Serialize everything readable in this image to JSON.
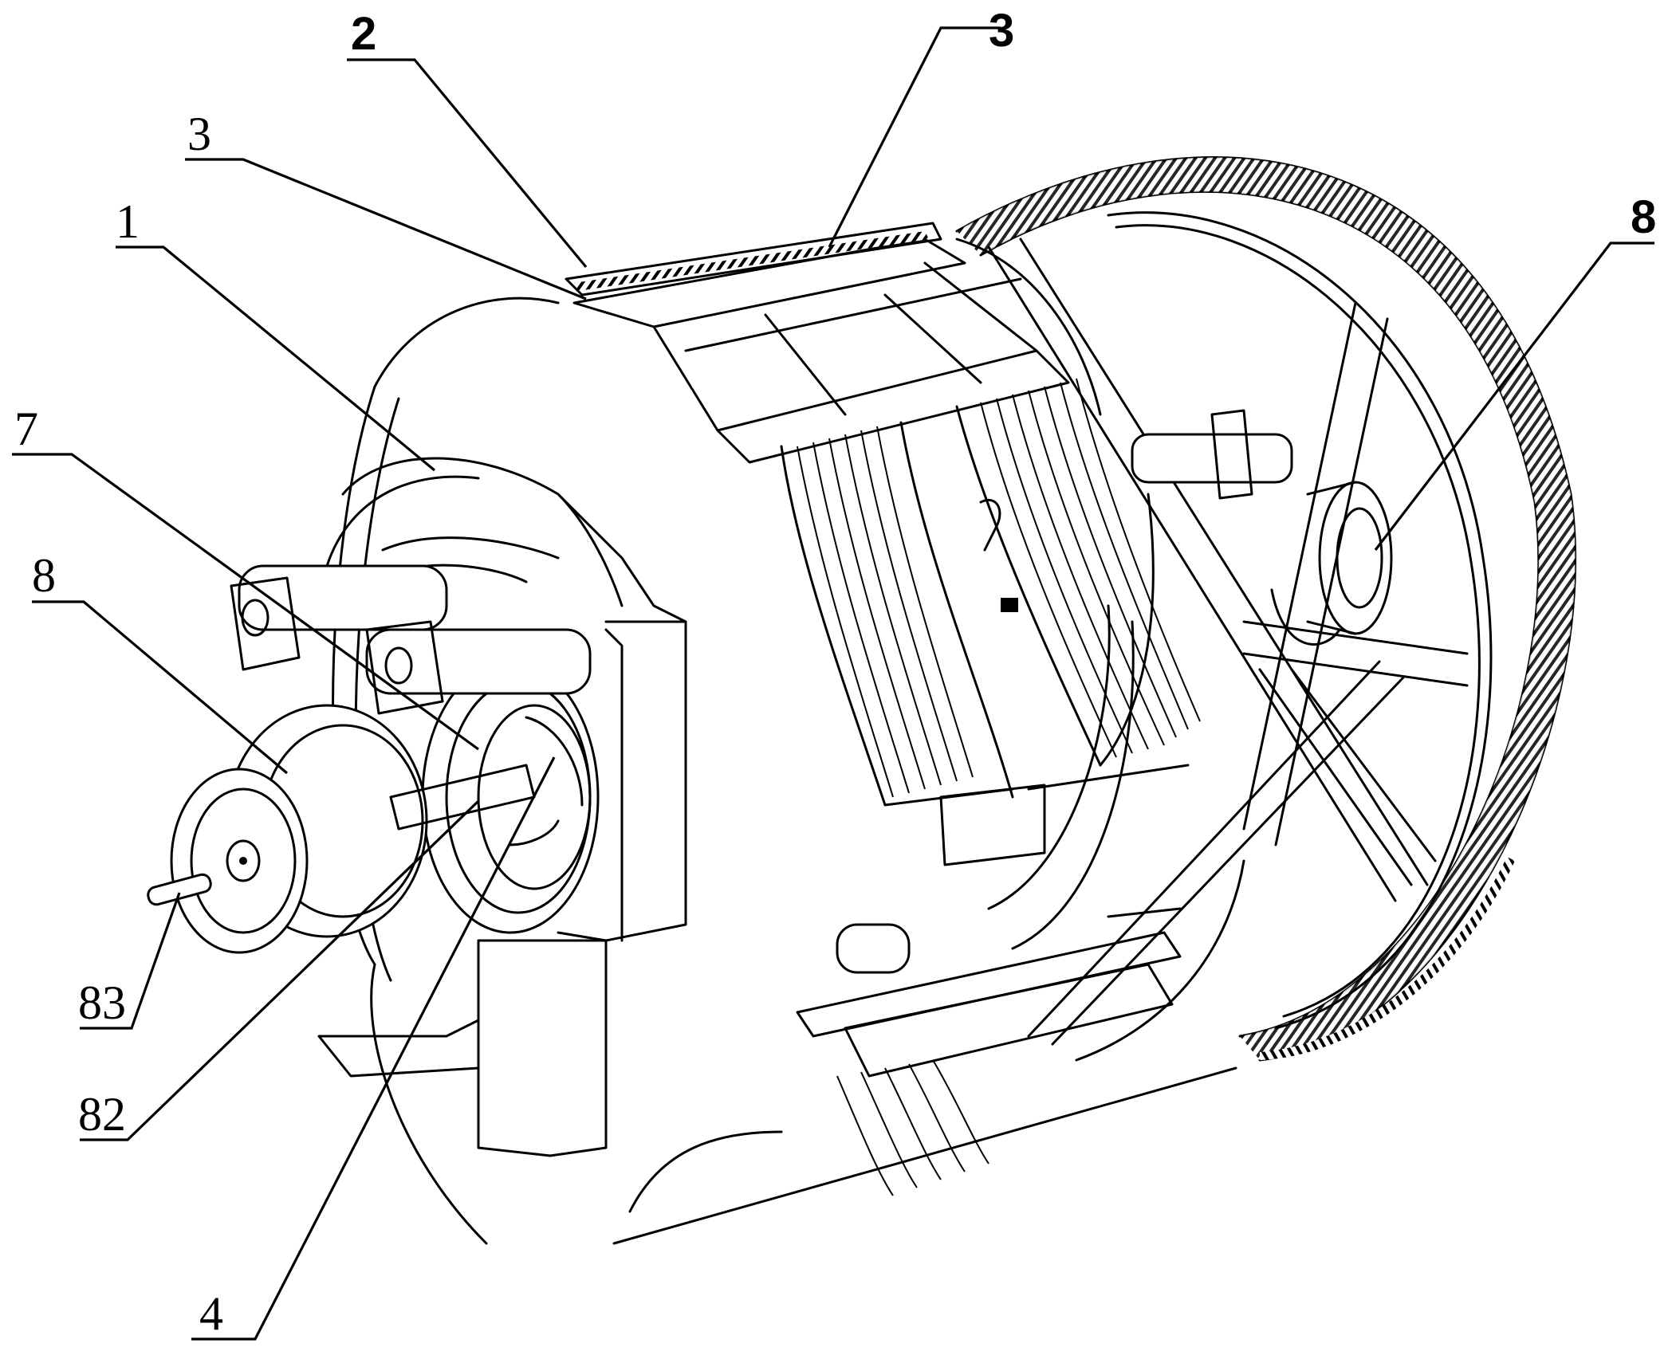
{
  "figure": {
    "labels": [
      {
        "id": "label-1",
        "text": "1"
      },
      {
        "id": "label-2",
        "text": "2"
      },
      {
        "id": "label-3-left",
        "text": "3"
      },
      {
        "id": "label-3-right",
        "text": "3"
      },
      {
        "id": "label-4",
        "text": "4"
      },
      {
        "id": "label-7",
        "text": "7"
      },
      {
        "id": "label-8-left",
        "text": "8"
      },
      {
        "id": "label-8-right",
        "text": "8"
      },
      {
        "id": "label-82",
        "text": "82"
      },
      {
        "id": "label-83",
        "text": "83"
      }
    ],
    "colors": {
      "ink": "#000000",
      "paper": "#ffffff"
    }
  }
}
